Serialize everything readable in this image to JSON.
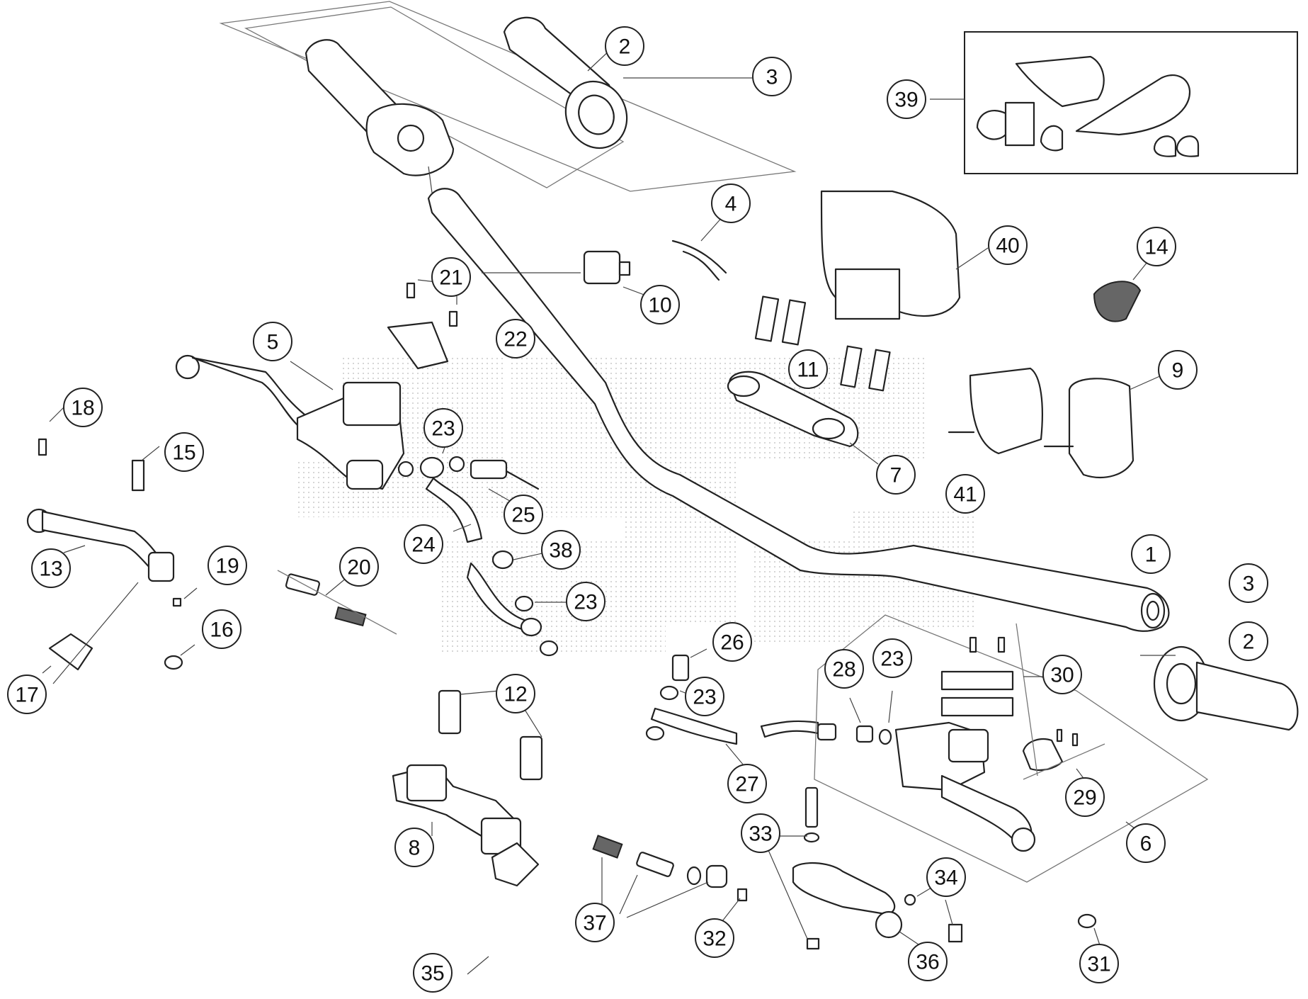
{
  "callouts": [
    {
      "id": "c1",
      "label": "1"
    },
    {
      "id": "c2a",
      "label": "2"
    },
    {
      "id": "c2b",
      "label": "2"
    },
    {
      "id": "c3a",
      "label": "3"
    },
    {
      "id": "c3b",
      "label": "3"
    },
    {
      "id": "c4",
      "label": "4"
    },
    {
      "id": "c5",
      "label": "5"
    },
    {
      "id": "c6",
      "label": "6"
    },
    {
      "id": "c7",
      "label": "7"
    },
    {
      "id": "c8",
      "label": "8"
    },
    {
      "id": "c9",
      "label": "9"
    },
    {
      "id": "c10",
      "label": "10"
    },
    {
      "id": "c11",
      "label": "11"
    },
    {
      "id": "c12",
      "label": "12"
    },
    {
      "id": "c13",
      "label": "13"
    },
    {
      "id": "c14",
      "label": "14"
    },
    {
      "id": "c15",
      "label": "15"
    },
    {
      "id": "c16",
      "label": "16"
    },
    {
      "id": "c17",
      "label": "17"
    },
    {
      "id": "c18",
      "label": "18"
    },
    {
      "id": "c19",
      "label": "19"
    },
    {
      "id": "c20",
      "label": "20"
    },
    {
      "id": "c21",
      "label": "21"
    },
    {
      "id": "c22",
      "label": "22"
    },
    {
      "id": "c23a",
      "label": "23"
    },
    {
      "id": "c23b",
      "label": "23"
    },
    {
      "id": "c23c",
      "label": "23"
    },
    {
      "id": "c23d",
      "label": "23"
    },
    {
      "id": "c24",
      "label": "24"
    },
    {
      "id": "c25",
      "label": "25"
    },
    {
      "id": "c26",
      "label": "26"
    },
    {
      "id": "c27",
      "label": "27"
    },
    {
      "id": "c28",
      "label": "28"
    },
    {
      "id": "c29",
      "label": "29"
    },
    {
      "id": "c30",
      "label": "30"
    },
    {
      "id": "c31",
      "label": "31"
    },
    {
      "id": "c32",
      "label": "32"
    },
    {
      "id": "c33",
      "label": "33"
    },
    {
      "id": "c34",
      "label": "34"
    },
    {
      "id": "c35",
      "label": "35"
    },
    {
      "id": "c36",
      "label": "36"
    },
    {
      "id": "c37",
      "label": "37"
    },
    {
      "id": "c38",
      "label": "38"
    },
    {
      "id": "c39",
      "label": "39"
    },
    {
      "id": "c40",
      "label": "40"
    },
    {
      "id": "c41",
      "label": "41"
    }
  ]
}
